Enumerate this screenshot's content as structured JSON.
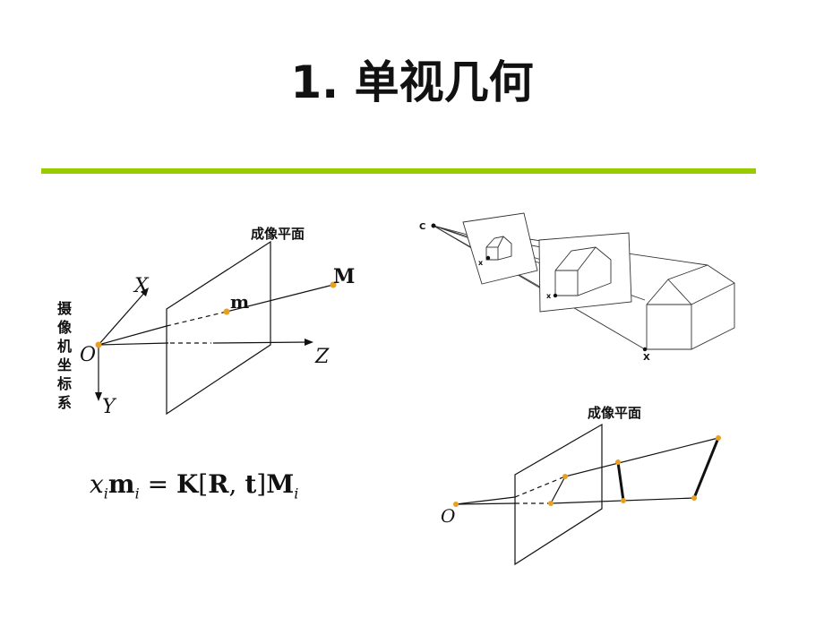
{
  "title": "1. 单视几何",
  "colors": {
    "rule": "#99cc00",
    "point": "#e8a020",
    "line": "#111111"
  },
  "left_diagram": {
    "image_plane_label": "成像平面",
    "camera_frame_label": "摄像机坐标系",
    "axis_x": "X",
    "axis_y": "Y",
    "axis_z": "Z",
    "origin": "O",
    "point_3d": "M",
    "point_2d": "m"
  },
  "formula": {
    "x": "x",
    "i1": "i",
    "m": "m",
    "i2": "i",
    "eq": " = ",
    "K": "K",
    "open": "[",
    "R": "R",
    "comma": ", ",
    "t": "t",
    "close": "]",
    "M": "M",
    "i3": "i"
  },
  "top_right_diagram": {
    "camera_center": "C",
    "image_point_1": "x",
    "image_point_2": "x",
    "scene_point": "X"
  },
  "bottom_right_diagram": {
    "image_plane_label": "成像平面",
    "origin": "O"
  }
}
